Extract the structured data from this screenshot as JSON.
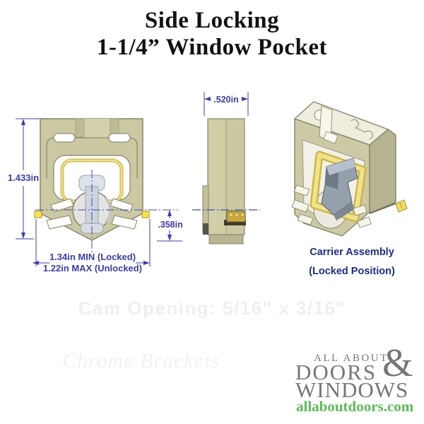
{
  "title": {
    "line1": "Side Locking",
    "line2": "1-1/4” Window Pocket"
  },
  "drawings": {
    "front_view": {
      "dim_height": "1.433in",
      "dim_offset": ".358in",
      "dim_width_locked": "1.34in MIN (Locked)",
      "dim_width_unlocked": "1.22in MAX (Unlocked)"
    },
    "side_view": {
      "dim_depth": ".520in"
    },
    "iso_view": {
      "caption_line1": "Carrier Assembly",
      "caption_line2": "(Locked Position)"
    }
  },
  "watermarks": {
    "cam_opening": "Cam Opening: 5/16\" x 3/16\"",
    "chrome_brackets": "Chrome Brackets"
  },
  "logo": {
    "top": "ALL ABOUT",
    "ampersand": "&",
    "line1": "DOORS",
    "line2": "WINDOWS",
    "url": "allaboutdoors.com"
  },
  "colors": {
    "body_tan": "#cbc9a2",
    "body_edge": "#85856b",
    "top_cream": "#eeedde",
    "side_dark_tan": "#b5b48e",
    "accent_yellow": "#f0e38a",
    "accent_yellow_dark": "#cfb648",
    "brass_gold": "#c9a83d",
    "carrier_gray": "#95a0ad",
    "pin_gray": "#ccd4dc",
    "dimension_blue": "#3b3cb4",
    "caption_navy": "#1c2c8e",
    "logo_gray": "#76777a",
    "logo_green": "#5cbd56"
  }
}
